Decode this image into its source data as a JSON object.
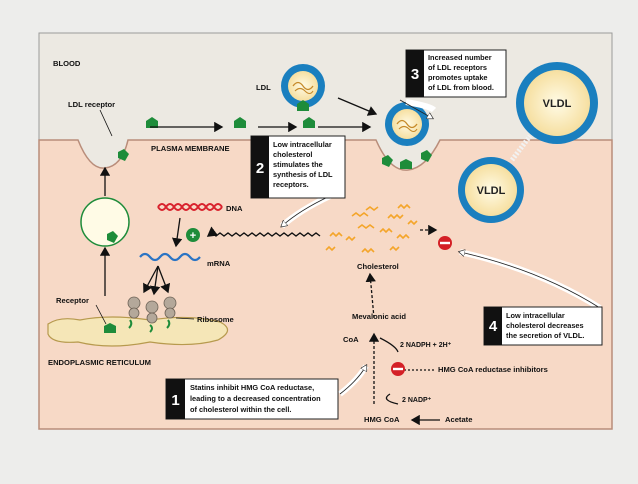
{
  "labels": {
    "blood": "BLOOD",
    "ldl_receptor": "LDL receptor",
    "ldl": "LDL",
    "plasma_membrane": "PLASMA MEMBRANE",
    "dna": "DNA",
    "mrna": "mRNA",
    "receptor": "Receptor",
    "ribosome": "Ribosome",
    "endoplasmic_reticulum": "ENDOPLASMIC RETICULUM",
    "cholesterol": "Cholesterol",
    "mevalonic_acid": "Mevalonic acid",
    "coa": "CoA",
    "nadph": "2 NADPH + 2H⁺",
    "hmg_inhibitors": "HMG CoA reductase inhibitors",
    "nadp": "2 NADP⁺",
    "hmg_coa": "HMG CoA",
    "acetate": "Acetate",
    "vldl_outside": "VLDL",
    "vldl_inside": "VLDL"
  },
  "callouts": [
    {
      "number": "1",
      "lines": [
        "Statins inhibit HMG CoA reductase,",
        "leading to a decreased concentration",
        "of cholesterol within the cell."
      ]
    },
    {
      "number": "2",
      "lines": [
        "Low intracellular",
        "cholesterol",
        "stimulates the",
        "synthesis of LDL",
        "receptors."
      ]
    },
    {
      "number": "3",
      "lines": [
        "Increased number",
        "of LDL receptors",
        "promotes uptake",
        "of LDL from blood."
      ]
    },
    {
      "number": "4",
      "lines": [
        "Low intracellular",
        "cholesterol decreases",
        "the secretion of VLDL."
      ]
    }
  ],
  "symbols": {
    "plus": "+",
    "minus": "−"
  },
  "colors": {
    "cell_fill": "#f7d9c6",
    "blood_fill": "#ece9e2",
    "lipoprotein_ring": "#1a7fbf",
    "receptor_green": "#1e8c3a",
    "dna_red": "#d9232e",
    "mrna_blue": "#2b74c4",
    "cholesterol_orange": "#f4a52a",
    "inhibitor_red": "#d42026"
  }
}
